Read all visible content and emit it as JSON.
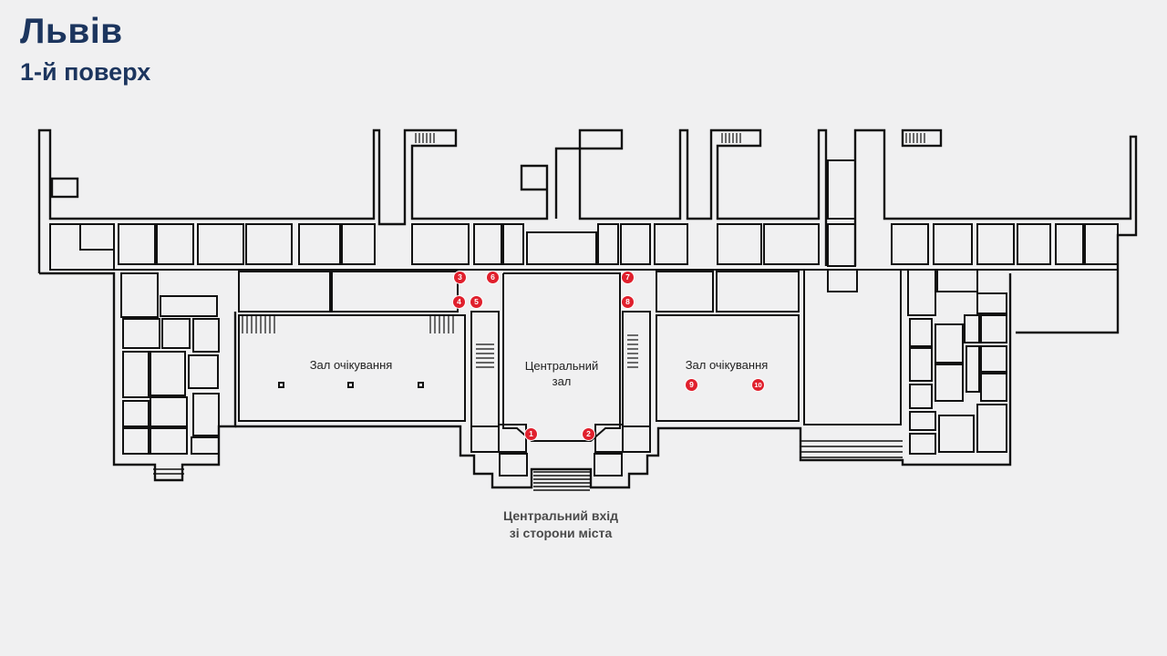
{
  "header": {
    "city": "Львів",
    "floor": "1-й поверх"
  },
  "plan": {
    "halls": [
      "Зал очікування",
      "Центральний зал",
      "Зал очікування"
    ],
    "entrance_line1": "Центральний вхід",
    "entrance_line2": "зі сторони міста"
  },
  "markers": {
    "color": "#e0202d",
    "labels": [
      "1",
      "2",
      "3",
      "4",
      "5",
      "6",
      "7",
      "8",
      "9",
      "10"
    ]
  }
}
